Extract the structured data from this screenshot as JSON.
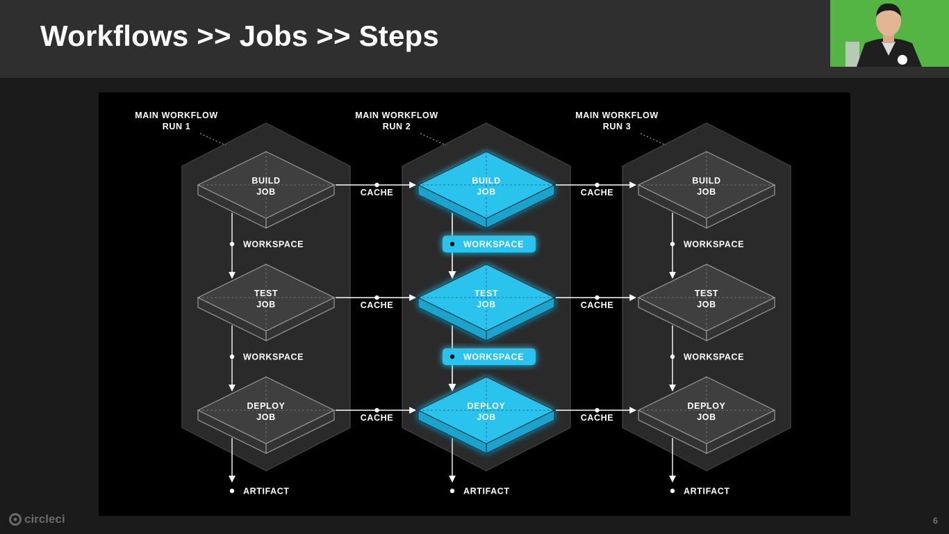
{
  "slide": {
    "title": "Workflows >> Jobs >> Steps",
    "page_number": "6",
    "logo_text": "circleci"
  },
  "diagram": {
    "runs": [
      {
        "label_line1": "MAIN WORKFLOW",
        "label_line2": "RUN 1",
        "highlighted": false,
        "jobs": [
          {
            "line1": "BUILD",
            "line2": "JOB"
          },
          {
            "line1": "TEST",
            "line2": "JOB"
          },
          {
            "line1": "DEPLOY",
            "line2": "JOB"
          }
        ],
        "workspace_labels": [
          "WORKSPACE",
          "WORKSPACE"
        ],
        "artifact_label": "ARTIFACT"
      },
      {
        "label_line1": "MAIN WORKFLOW",
        "label_line2": "RUN 2",
        "highlighted": true,
        "jobs": [
          {
            "line1": "BUILD",
            "line2": "JOB"
          },
          {
            "line1": "TEST",
            "line2": "JOB"
          },
          {
            "line1": "DEPLOY",
            "line2": "JOB"
          }
        ],
        "workspace_labels": [
          "WORKSPACE",
          "WORKSPACE"
        ],
        "artifact_label": "ARTIFACT"
      },
      {
        "label_line1": "MAIN WORKFLOW",
        "label_line2": "RUN 3",
        "highlighted": false,
        "jobs": [
          {
            "line1": "BUILD",
            "line2": "JOB"
          },
          {
            "line1": "TEST",
            "line2": "JOB"
          },
          {
            "line1": "DEPLOY",
            "line2": "JOB"
          }
        ],
        "workspace_labels": [
          "WORKSPACE",
          "WORKSPACE"
        ],
        "artifact_label": "ARTIFACT"
      }
    ],
    "cache_label": "CACHE",
    "colors": {
      "highlight": "#29c3ee",
      "job_fill": "#3f3f3f",
      "run_bg": "#2a2a2a",
      "edge": "#9a9a9a"
    }
  }
}
